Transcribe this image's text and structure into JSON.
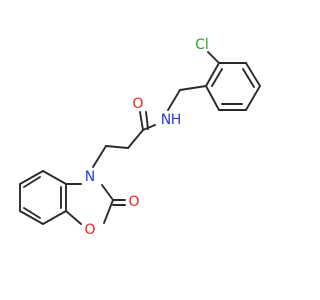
{
  "molecule": {
    "atoms": {
      "cl": {
        "symbol": "Cl",
        "color": "#2e9e2e"
      },
      "o_amide": {
        "symbol": "O",
        "color": "#e8231f"
      },
      "n_amide": {
        "symbol": "N",
        "color": "#2a3bd9"
      },
      "h_amide": {
        "symbol": "H",
        "color": "#2a3bd9"
      },
      "n_ring": {
        "symbol": "N",
        "color": "#2a3bd9"
      },
      "o_carbonyl": {
        "symbol": "O",
        "color": "#e8231f"
      },
      "o_ring": {
        "symbol": "O",
        "color": "#e8231f"
      }
    },
    "bond_color": "#2b2b2b"
  }
}
